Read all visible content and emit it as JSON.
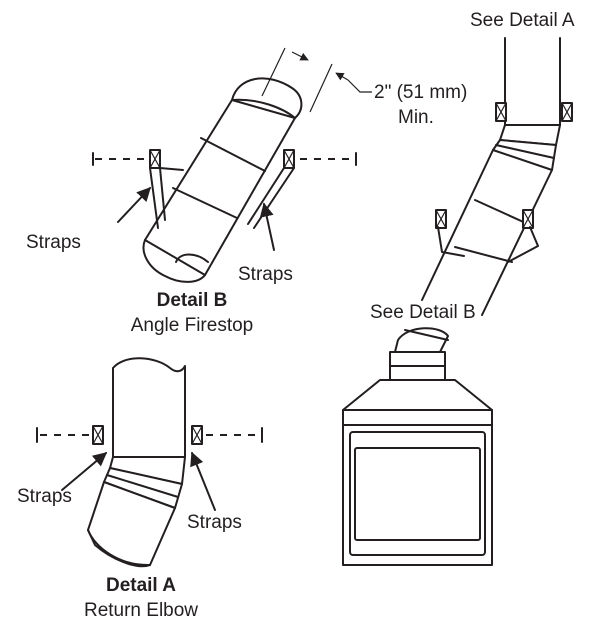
{
  "labels": {
    "see_detail_a": "See Detail A",
    "see_detail_b": "See Detail B",
    "clearance_value": "2\" (51 mm)",
    "clearance_min": "Min.",
    "straps": "Straps"
  },
  "detail_b": {
    "title": "Detail B",
    "subtitle": "Angle Firestop"
  },
  "detail_a": {
    "title": "Detail A",
    "subtitle": "Return Elbow"
  },
  "colors": {
    "line": "#231f20",
    "background": "#ffffff"
  }
}
